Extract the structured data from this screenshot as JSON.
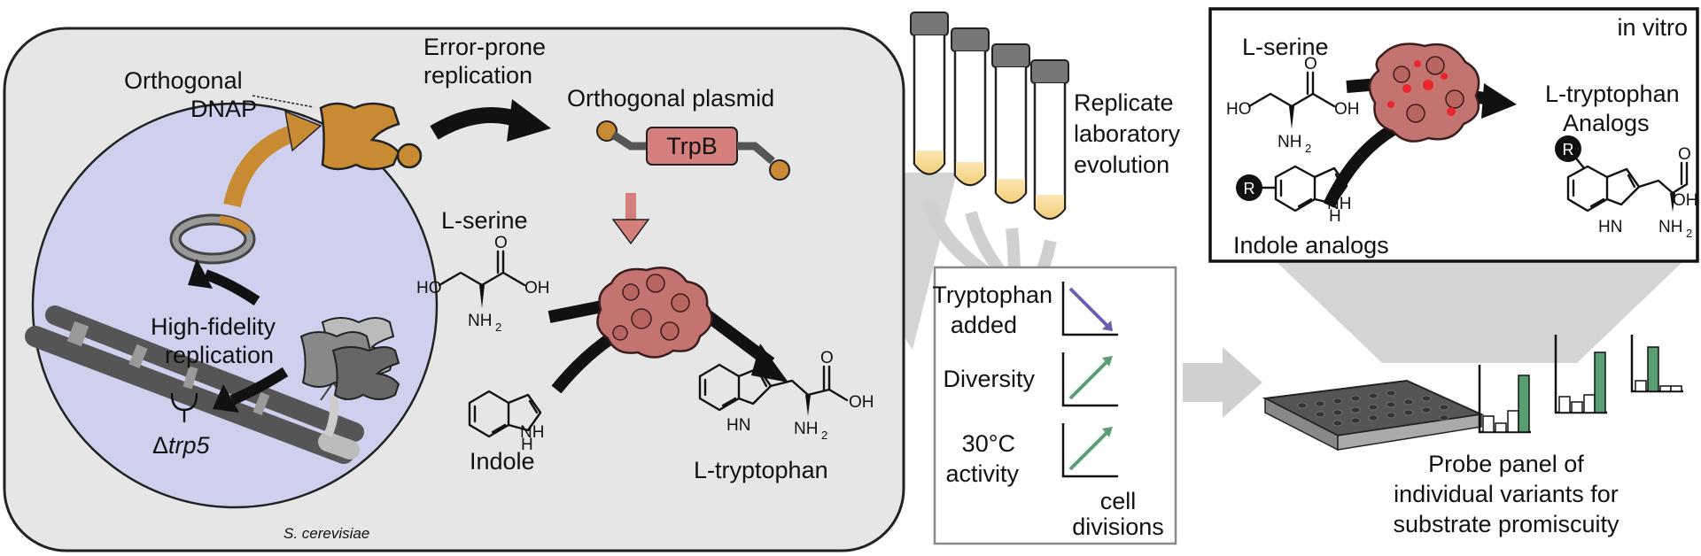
{
  "cell": {
    "organism": "S. cerevisiae",
    "orthogonal_dnap": [
      "Orthogonal",
      "DNAP"
    ],
    "error_prone": [
      "Error-prone",
      "replication"
    ],
    "orthogonal_plasmid": "Orthogonal plasmid",
    "gene": "TrpB",
    "high_fidelity": [
      "High-fidelity",
      "replication"
    ],
    "deletion_prefix": "Δ",
    "deletion_gene": "trp5",
    "serine": "L-serine",
    "indole": "Indole",
    "tryptophan": "L-tryptophan"
  },
  "chem": {
    "HO": "HO",
    "OH": "OH",
    "O": "O",
    "NH": "NH",
    "sub2": "2",
    "H": "H",
    "HN": "HN",
    "R": "R"
  },
  "evolution": {
    "label": [
      "Replicate",
      "laboratory",
      "evolution"
    ]
  },
  "conditions": {
    "rows": [
      {
        "label": [
          "Tryptophan",
          "added"
        ],
        "trend": "down"
      },
      {
        "label": [
          "Diversity"
        ],
        "trend": "up"
      },
      {
        "label": [
          "30°C",
          "activity"
        ],
        "trend": "up"
      }
    ],
    "xlabel": [
      "cell",
      "divisions"
    ]
  },
  "invitro": {
    "tag": "in vitro",
    "serine": "L-serine",
    "indole_analogs": "Indole analogs",
    "product": [
      "L-tryptophan",
      "Analogs"
    ]
  },
  "probe": {
    "label": [
      "Probe panel of",
      "individual variants for",
      "substrate promiscuity"
    ]
  },
  "colors": {
    "gray_panel": "#e6e6e6",
    "cell_blue": "#cfd0ee",
    "polymerase": "#c98a34",
    "trpb": "#d47f7b",
    "enzyme": "#c47470",
    "green": "#5a9e74",
    "purple": "#6a5fb0",
    "red_spot": "#e8262b"
  }
}
